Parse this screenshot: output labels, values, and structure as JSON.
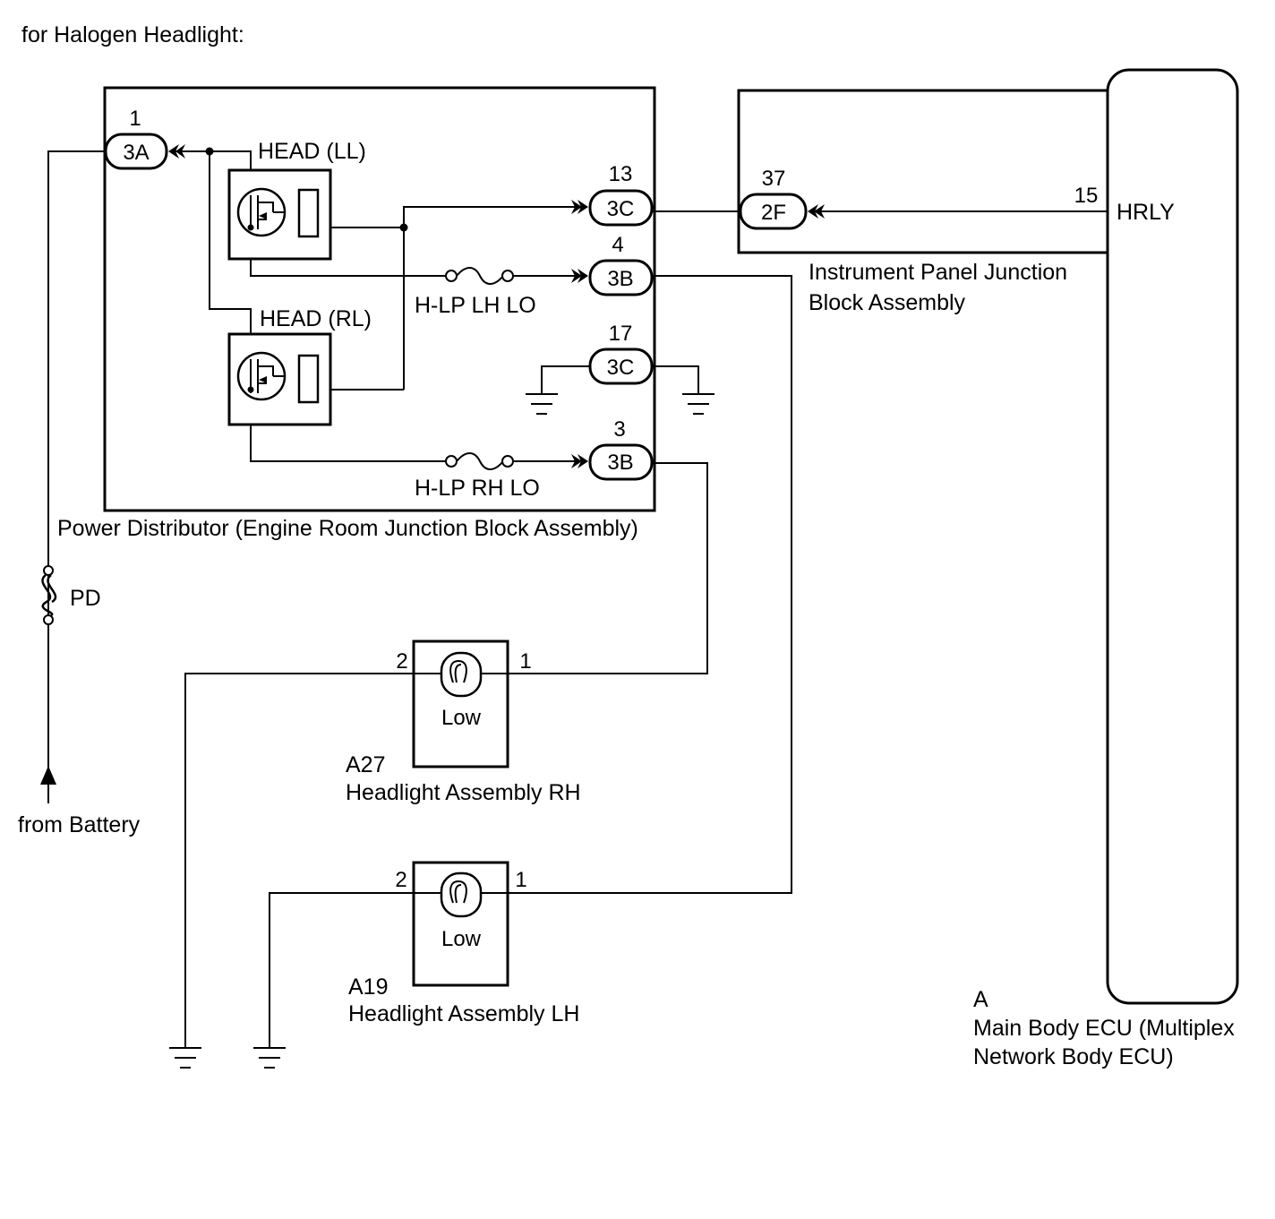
{
  "header": "for Halogen Headlight:",
  "components": {
    "power_distributor": "Power Distributor (Engine Room Junction Block Assembly)",
    "ip_junction_line1": "Instrument Panel Junction",
    "ip_junction_line2": "Block Assembly",
    "ecu_code": "A",
    "ecu_line1": "Main Body ECU (Multiplex",
    "ecu_line2": "Network Body ECU)",
    "headlight_rh_code": "A27",
    "headlight_rh_name": "Headlight Assembly RH",
    "headlight_lh_code": "A19",
    "headlight_lh_name": "Headlight Assembly LH"
  },
  "relays": {
    "head_ll": "HEAD (LL)",
    "head_rl": "HEAD (RL)"
  },
  "fuses": {
    "lh_lo": "H-LP LH LO",
    "rh_lo": "H-LP RH LO",
    "pd": "PD"
  },
  "connectors": {
    "c3a": {
      "code": "3A",
      "pin": "1"
    },
    "c3c_13": {
      "code": "3C",
      "pin": "13"
    },
    "c3b_4": {
      "code": "3B",
      "pin": "4"
    },
    "c3c_17": {
      "code": "3C",
      "pin": "17"
    },
    "c3b_3": {
      "code": "3B",
      "pin": "3"
    },
    "c2f": {
      "code": "2F",
      "pin": "37"
    }
  },
  "ecu_pin": {
    "number": "15",
    "name": "HRLY"
  },
  "lamp_rh": {
    "label": "Low",
    "pin_left": "2",
    "pin_right": "1"
  },
  "lamp_lh": {
    "label": "Low",
    "pin_left": "2",
    "pin_right": "1"
  },
  "battery_label": "from Battery"
}
